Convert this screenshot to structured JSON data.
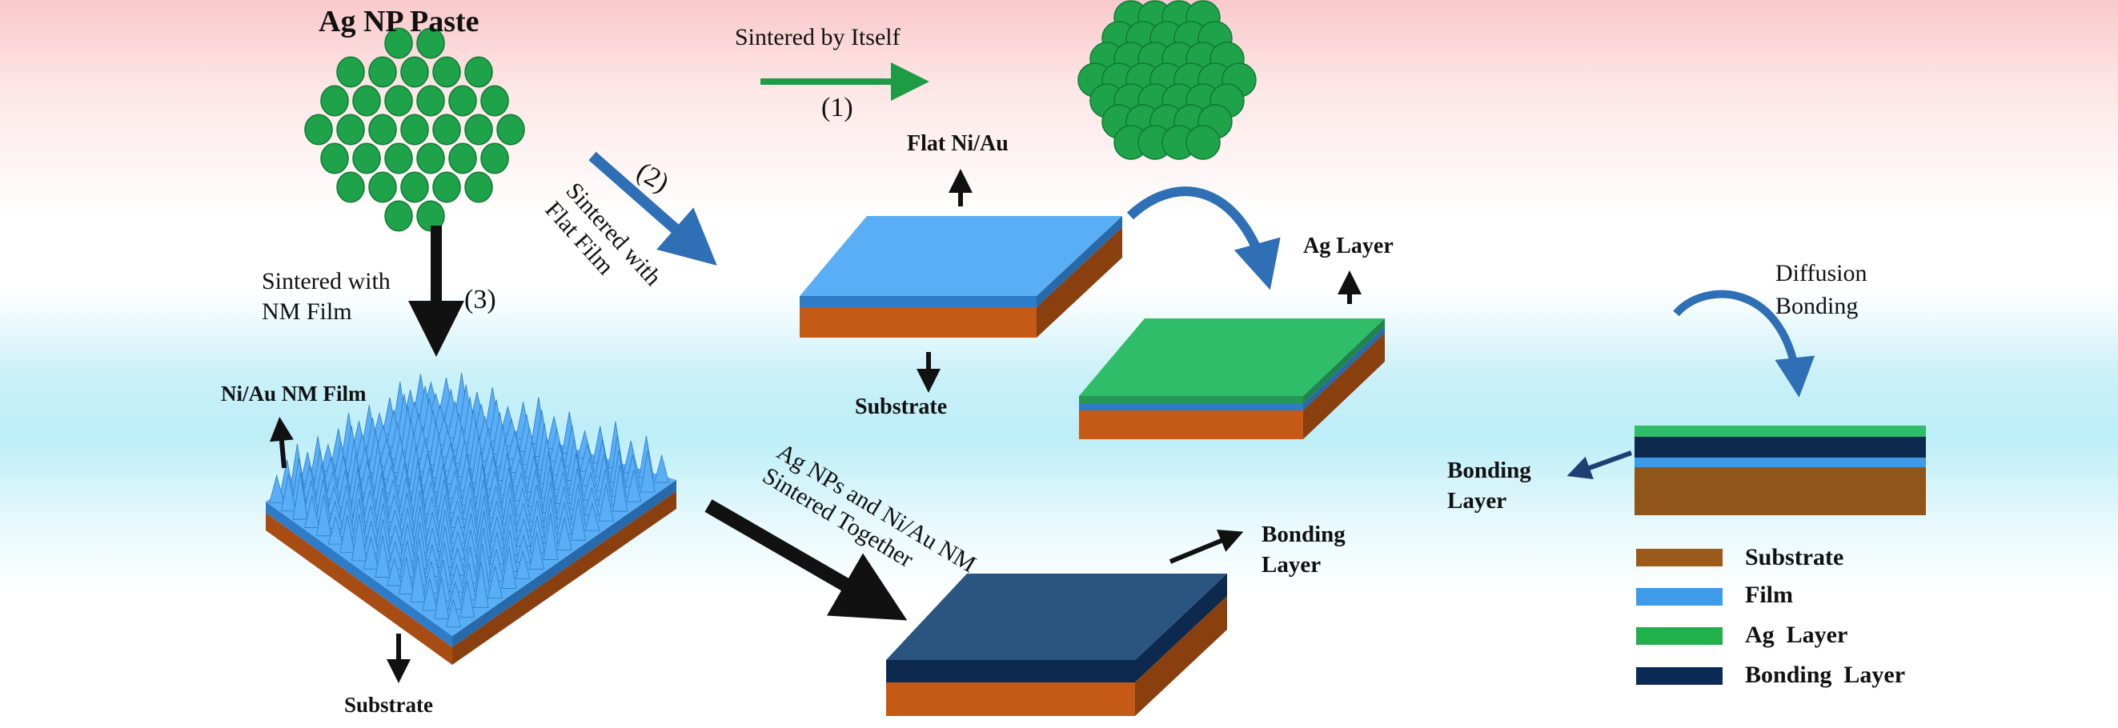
{
  "labels": {
    "ag_np_paste": "Ag NP Paste",
    "sintered_by_itself": "Sintered by Itself",
    "step1": "(1)",
    "step2": "(2)",
    "step3": "(3)",
    "sintered_flat_film": [
      "Sintered with",
      "Flat Film"
    ],
    "sintered_nm_film": [
      "Sintered with",
      "NM Film"
    ],
    "flat_ni_au": "Flat Ni/Au",
    "substrate": "Substrate",
    "ag_layer": "Ag Layer",
    "ni_au_nm_film": "Ni/Au NM Film",
    "ag_nps_sintered": [
      "Ag NPs and Ni/Au NM",
      "Sintered Together"
    ],
    "bonding_layer_mid": [
      "Bonding",
      "Layer"
    ],
    "diffusion_bonding": [
      "Diffusion",
      "Bonding"
    ],
    "bonding_layer_right": [
      "Bonding",
      "Layer"
    ]
  },
  "legend": [
    {
      "label": "Substrate",
      "color": "#9b5a1a"
    },
    {
      "label": "Film",
      "color": "#3d9be9"
    },
    {
      "label": "Ag  Layer",
      "color": "#21b04b"
    },
    {
      "label": "Bonding  Layer",
      "color": "#0b2a55"
    }
  ],
  "colors": {
    "np_fill": "#1fa34a",
    "np_stroke": "#0e7a34",
    "substrate_top": "#c55a16",
    "substrate_side": "#8a3f0f",
    "film_top": "#5aaef5",
    "film_side": "#2e7cc7",
    "ag_top": "#2fbd6a",
    "bonding_top": "#2a5580",
    "bonding_band": "#0d2a4e",
    "arrow_green": "#1e9b45",
    "arrow_blue": "#2f6fb5",
    "arrow_dark": "#111111",
    "curve_blue": "#2f6fb5"
  }
}
